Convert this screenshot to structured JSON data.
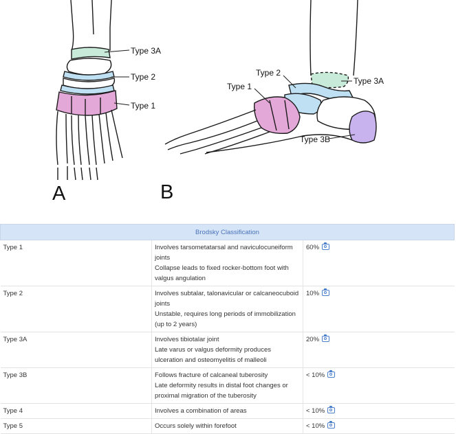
{
  "figure": {
    "panel_a_label": "A",
    "panel_b_label": "B",
    "callouts_a": [
      "Type 3A",
      "Type 2",
      "Type 1"
    ],
    "callouts_b": [
      "Type 2",
      "Type 1",
      "Type 3A",
      "Type 3B"
    ],
    "colors": {
      "type1": "#e3a7d8",
      "type2": "#bfe0f2",
      "type3a": "#c7ebd8",
      "type3b": "#c8b3ee",
      "outline": "#1a1a1a"
    }
  },
  "table": {
    "title": "Brodsky Classification",
    "rows": [
      {
        "type": "Type 1",
        "line1": "Involves tarsometatarsal and naviculocuneiform joints",
        "line2": "Collapse leads to fixed rocker-bottom foot with valgus angulation",
        "pct": "60%",
        "icon": "camera-icon"
      },
      {
        "type": "Type 2",
        "line1": "Involves subtalar, talonavicular or calcaneocuboid joints",
        "line2": "Unstable, requires long periods of immobilization (up to 2 years)",
        "pct": "10%",
        "icon": "camera-icon"
      },
      {
        "type": "Type 3A",
        "line1": "Involves tibiotalar joint",
        "line2": "Late varus or valgus deformity produces ulceration and osteomyelitis of malleoli",
        "pct": "20%",
        "icon": "camera-icon"
      },
      {
        "type": "Type 3B",
        "line1": "Follows fracture of calcaneal tuberosity",
        "line2": "Late deformity results in distal foot changes or proximal migration of the tuberosity",
        "pct": "< 10%",
        "icon": "camera-icon"
      },
      {
        "type": "Type 4",
        "line1": "Involves a combination of areas",
        "line2": "",
        "pct": "< 10%",
        "icon": "camera-icon"
      },
      {
        "type": "Type 5",
        "line1": "Occurs solely within forefoot",
        "line2": "",
        "pct": "< 10%",
        "icon": "camera-icon"
      }
    ]
  }
}
